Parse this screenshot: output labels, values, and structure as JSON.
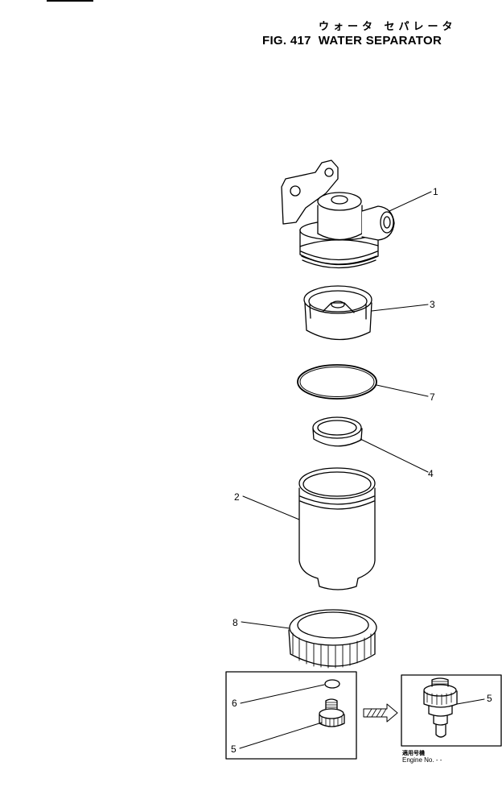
{
  "header": {
    "title_jp": "ウォータ セパレータ",
    "fig_label": "FIG. 417",
    "title": "WATER SEPARATOR"
  },
  "callouts": {
    "c1": "1",
    "c2": "2",
    "c3": "3",
    "c4": "4",
    "c5a": "5",
    "c5b": "5",
    "c6": "6",
    "c7": "7",
    "c8": "8"
  },
  "inset": {
    "applicable_jp": "適用号機",
    "engine_label": "Engine No.",
    "engine_value": "- -"
  }
}
